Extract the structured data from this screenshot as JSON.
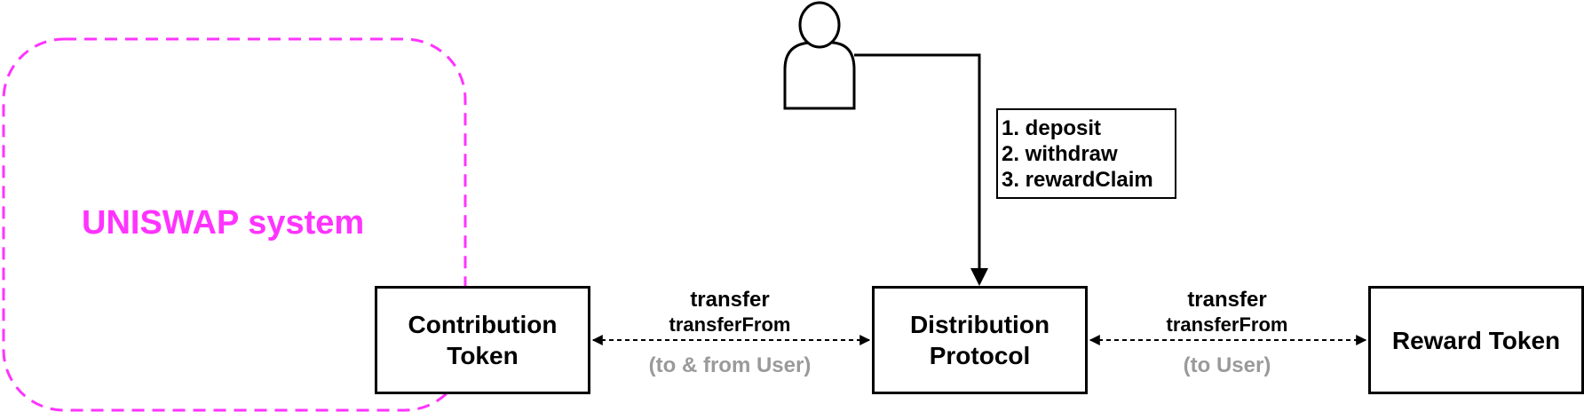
{
  "uniswap_region": {
    "label": "UNISWAP system",
    "color": "#ff33ff"
  },
  "user": {
    "icon": "user-icon"
  },
  "actions": {
    "items": [
      "1. deposit",
      "2. withdraw",
      "3. rewardClaim"
    ]
  },
  "nodes": {
    "contribution": {
      "line1": "Contribution",
      "line2": "Token"
    },
    "distribution": {
      "line1": "Distribution",
      "line2": "Protocol"
    },
    "reward": {
      "label": "Reward Token"
    }
  },
  "left_arrow": {
    "label1": "transfer",
    "label2": "transferFrom",
    "note": "(to & from User)"
  },
  "right_arrow": {
    "label1": "transfer",
    "label2": "transferFrom",
    "note": "(to User)"
  },
  "colors": {
    "note_gray": "#9a9a9a",
    "stroke": "#000000"
  }
}
